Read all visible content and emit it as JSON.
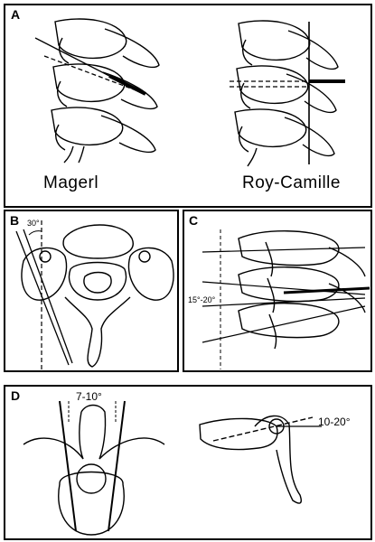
{
  "panels": {
    "a": {
      "label": "A",
      "caption_left": "Magerl",
      "caption_right": "Roy-Camille"
    },
    "b": {
      "label": "B",
      "angle": "30°"
    },
    "c": {
      "label": "C",
      "angle": "15°-20°"
    },
    "d": {
      "label": "D",
      "angle_left": "7-10°",
      "angle_right": "10-20°"
    }
  },
  "colors": {
    "ink": "#000000",
    "paper": "#ffffff"
  }
}
